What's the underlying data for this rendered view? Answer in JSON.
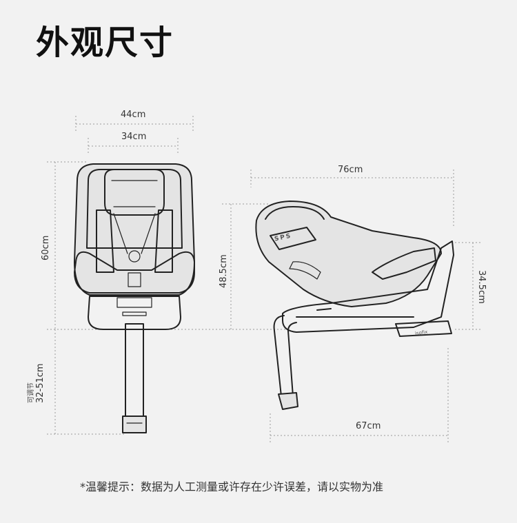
{
  "title": "外观尺寸",
  "front_view": {
    "width_outer": "44cm",
    "width_inner": "34cm",
    "height_seat": "60cm",
    "leg_adjust_label": "可调节",
    "leg_adjust_range": "32-51cm"
  },
  "side_view": {
    "depth_top": "76cm",
    "height_left": "48.5cm",
    "height_right": "34.5cm",
    "base_length": "67cm",
    "logo_text": "SPS",
    "isofix_text": "isofix"
  },
  "note": "*温馨提示：数据为人工测量或许存在少许误差，请以实物为准"
}
